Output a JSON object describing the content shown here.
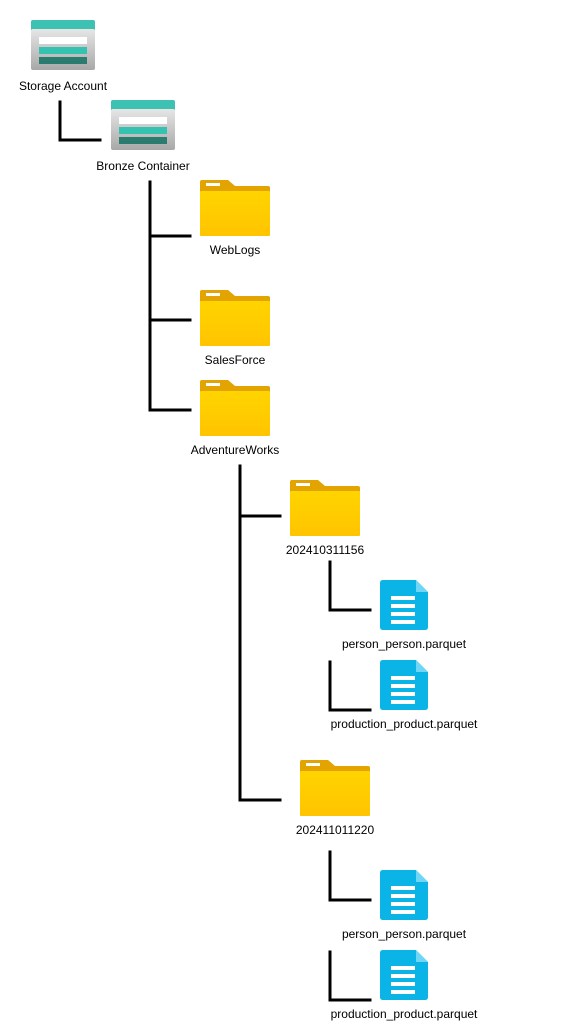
{
  "diagram": {
    "storage_account": {
      "label": "Storage Account",
      "icon": "storage-account-icon"
    },
    "bronze_container": {
      "label": "Bronze Container",
      "icon": "storage-container-icon"
    },
    "folders": {
      "weblogs": "WebLogs",
      "salesforce": "SalesForce",
      "adventureworks": "AdventureWorks",
      "batch_1": "202410311156",
      "batch_2": "202411011220"
    },
    "files": {
      "batch_1_file_1": "person_person.parquet",
      "batch_1_file_2": "production_product.parquet",
      "batch_2_file_1": "person_person.parquet",
      "batch_2_file_2": "production_product.parquet"
    },
    "colors": {
      "storage_top": "#3cc1b3",
      "storage_body": "#c8c8c8",
      "storage_stripe_white": "#ffffff",
      "storage_stripe_teal": "#36c2b0",
      "storage_stripe_dark": "#2a7c6e",
      "folder_tab": "#e3a300",
      "folder_body": "#ffcc00",
      "file_body": "#0ab4e6",
      "file_lines": "#ffffff",
      "connector": "#000000"
    }
  }
}
